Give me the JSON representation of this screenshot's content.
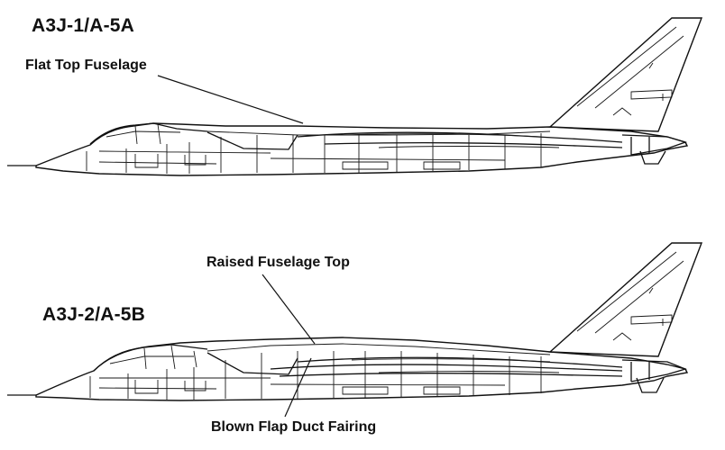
{
  "labels": {
    "a5a_title": "A3J-1/A-5A",
    "a5b_title": "A3J-2/A-5B",
    "flat_top": "Flat Top Fuselage",
    "raised_top": "Raised Fuselage Top",
    "blown_flap": "Blown Flap Duct Fairing"
  },
  "colors": {
    "ink": "#111111",
    "paper": "#ffffff"
  }
}
